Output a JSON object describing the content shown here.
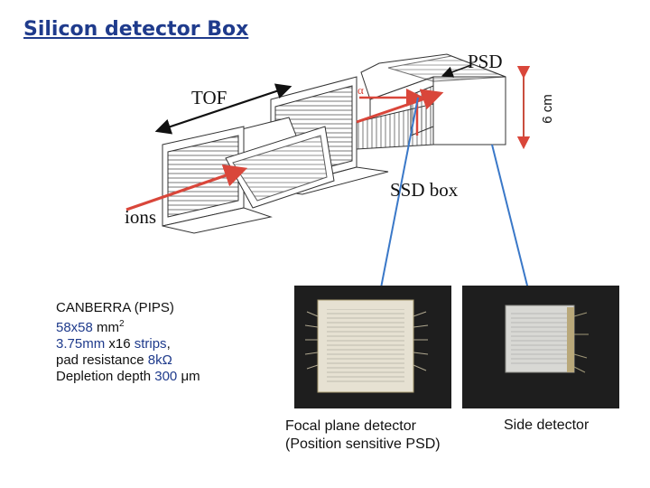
{
  "title": "Silicon detector Box",
  "labels": {
    "psd": "PSD",
    "tof": "TOF",
    "ssd_box": "SSD box",
    "ions": "ions",
    "dimension": "6 cm",
    "alpha": "α"
  },
  "specs": {
    "line1": "CANBERRA  (PIPS)",
    "line2_value": "58x58",
    "line2_unit": " mm",
    "line2_sup": "2",
    "line3_value": "3.75mm",
    "line3_mid": "  x16 ",
    "line3_strips": "strips",
    "line3_end": ",",
    "line4_text": "pad resistance ",
    "line4_value": "8kΩ",
    "line5_text": "Depletion depth ",
    "line5_value": "300",
    "line5_unit": " μm"
  },
  "captions": {
    "focal_line1": "Focal plane detector",
    "focal_line2": "(Position sensitive  PSD)",
    "side": "Side detector"
  },
  "colors": {
    "title": "#1f3b8c",
    "blue_arrow": "#3a78c8",
    "red_arrow": "#d9463a",
    "photo_bg": "#1e1e1e"
  }
}
